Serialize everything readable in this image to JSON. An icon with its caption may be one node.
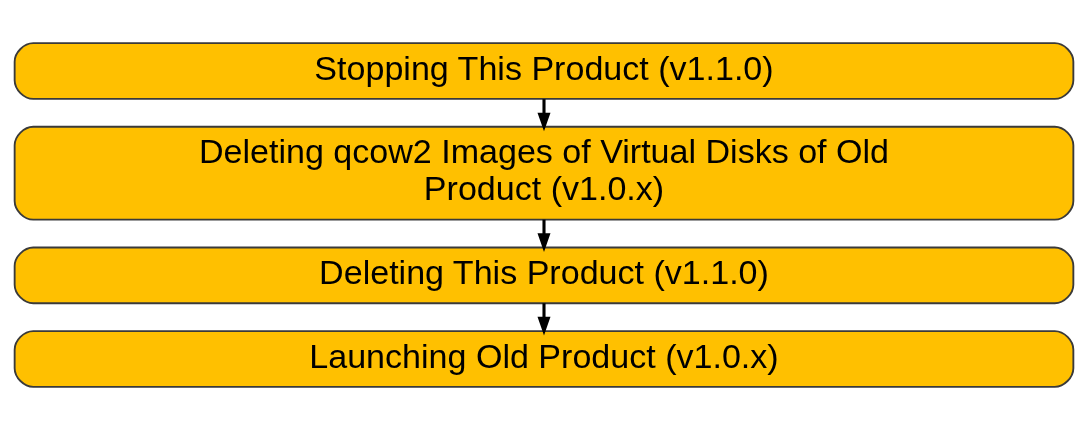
{
  "diagram": {
    "nodes": [
      {
        "text": [
          "Stopping This Product (v1.1.0)"
        ]
      },
      {
        "text": [
          "Deleting qcow2 Images of Virtual Disks of Old Product (v1.0.x)"
        ]
      },
      {
        "text": [
          "Deleting This Product (v1.1.0)"
        ]
      },
      {
        "text": [
          "Launching Old Product (v1.0.x)"
        ]
      }
    ],
    "edges": [
      {
        "from": 0,
        "to": 1,
        "arrow": "to"
      },
      {
        "from": 1,
        "to": 2,
        "arrow": "to"
      },
      {
        "from": 2,
        "to": 3,
        "arrow": "to"
      }
    ]
  }
}
